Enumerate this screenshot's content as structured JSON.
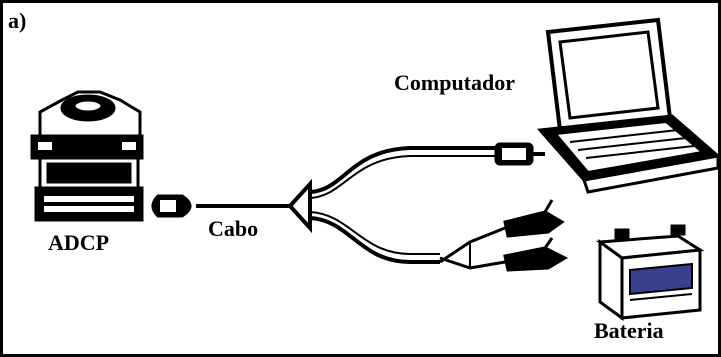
{
  "panel_label": "a)",
  "labels": {
    "adcp": "ADCP",
    "cabo": "Cabo",
    "computador": "Computador",
    "bateria": "Bateria"
  },
  "colors": {
    "ink": "#000000",
    "background": "#ffffff",
    "battery_stripe": "#3a3f8f"
  }
}
